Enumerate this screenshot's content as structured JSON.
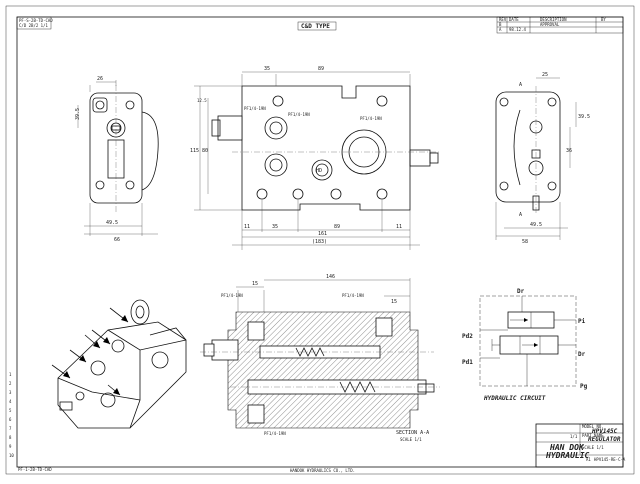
{
  "sheet": {
    "stamp_code": "PF-S-2B-TD-CAD",
    "stamp_sub": "C/D 2B/2 1/1",
    "type_label": "C&D TYPE",
    "bottom_left_code": "PF-1-2B-TD-CAD",
    "copyright": "HANDOK HYDRAULICS CO., LTD."
  },
  "revision_block": {
    "headers": [
      "REV",
      "DATE",
      "DESCRIPTION",
      "BY"
    ],
    "row1": [
      "B",
      "",
      "APPROVAL",
      ""
    ],
    "row2": [
      "A",
      "98.12.4",
      "",
      ""
    ]
  },
  "views": {
    "left": {
      "dims": [
        "26",
        "39.5",
        "49.5",
        "66"
      ]
    },
    "front": {
      "dims_top": [
        "35",
        "89"
      ],
      "dims_left": [
        "12.5",
        "80",
        "115"
      ],
      "dims_bottom": [
        "11",
        "35",
        "89",
        "11",
        "161",
        "(183)"
      ],
      "port_labels": [
        "PF1/4-19N",
        "PF1/4-19N",
        "PF1/4-19N"
      ]
    },
    "right": {
      "dims": [
        "A",
        "25",
        "39.5",
        "36",
        "49.5",
        "58",
        "A"
      ]
    },
    "section": {
      "dims": [
        "15",
        "146",
        "15"
      ],
      "port_labels": [
        "PF1/4-19N",
        "PF1/4-19N",
        "PF1/4-19N"
      ],
      "title": "SECTION A-A",
      "scale": "SCALE 1/1"
    }
  },
  "hydraulic_circuit": {
    "title": "HYDRAULIC CIRCUIT",
    "ports": [
      "Dr",
      "Pi",
      "Dr",
      "Pd2",
      "Pd1",
      "Pg"
    ]
  },
  "title_block": {
    "model_label": "MODEL NO.",
    "model": "HPV145C",
    "part_label": "PART NAME",
    "part": "REGULATOR",
    "company": "HAN DOK",
    "company2": "HYDRAULIC",
    "drawing_no": "HPV145-RE-C-A",
    "size": "A1",
    "sheet": "1/1",
    "scale": "SCALE 1/1"
  },
  "ruler_numbers": [
    "1",
    "2",
    "3",
    "4",
    "5",
    "6",
    "7",
    "8",
    "9",
    "10"
  ]
}
